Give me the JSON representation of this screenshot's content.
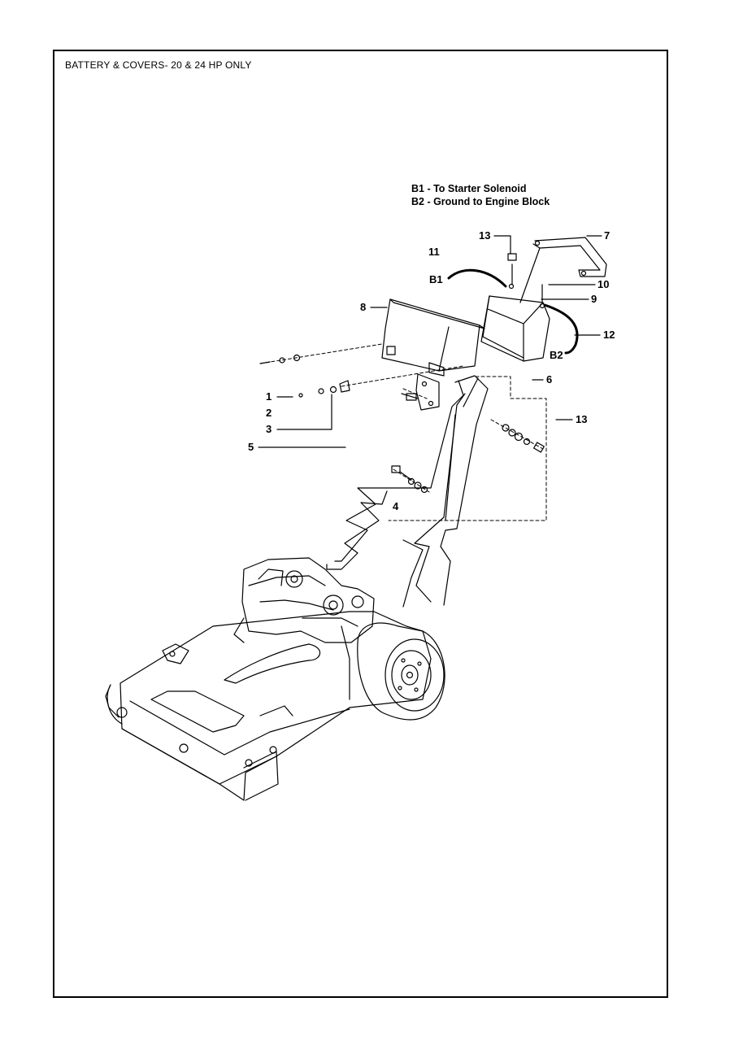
{
  "page": {
    "title": "BATTERY & COVERS- 20 & 24 HP ONLY"
  },
  "legend": {
    "b1": "B1 - To Starter Solenoid",
    "b2": "B2 - Ground to Engine Block"
  },
  "callouts": {
    "c1": "1",
    "c2": "2",
    "c3": "3",
    "c4": "4",
    "c5": "5",
    "c6": "6",
    "c7": "7",
    "c8": "8",
    "c9": "9",
    "c10": "10",
    "c11": "11",
    "c12": "12",
    "c13_top": "13",
    "c13_right": "13",
    "b1": "B1",
    "b2": "B2"
  }
}
